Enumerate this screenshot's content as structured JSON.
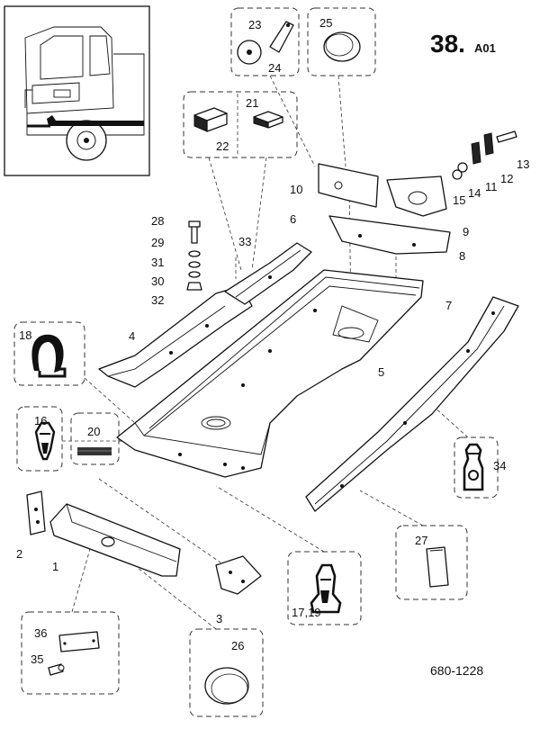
{
  "title": {
    "number": "38.",
    "suffix": "A01"
  },
  "drawing_code": "680-1228",
  "labels": {
    "p1": "1",
    "p2": "2",
    "p3": "3",
    "p4": "4",
    "p5": "5",
    "p6": "6",
    "p7": "7",
    "p8": "8",
    "p9": "9",
    "p10": "10",
    "p11": "11",
    "p12": "12",
    "p13": "13",
    "p14": "14",
    "p15": "15",
    "p16": "16",
    "p17_19": "17,19",
    "p18": "18",
    "p20": "20",
    "p21": "21",
    "p22": "22",
    "p23": "23",
    "p24": "24",
    "p25": "25",
    "p26": "26",
    "p27": "27",
    "p28": "28",
    "p29": "29",
    "p30": "30",
    "p31": "31",
    "p32": "32",
    "p33": "33",
    "p34": "34",
    "p35": "35",
    "p36": "36"
  }
}
